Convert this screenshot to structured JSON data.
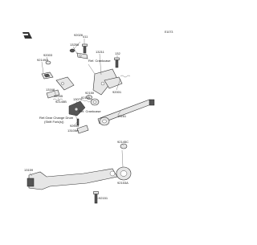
{
  "diagram": {
    "figure_code": "E1073",
    "part_labels": {
      "p92026": "92026",
      "p411": "411",
      "p13258": "13258",
      "p92003": "92003",
      "p92149A": "92149A",
      "p13211": "13211",
      "p132": "132",
      "p92001": "92001",
      "p13168": "13168",
      "p92045": "92045",
      "p92150": "92150",
      "p92145B": "92145B",
      "p13070": "13070",
      "p92145": "92145",
      "p92043": "92043",
      "p13100A": "13100A",
      "p13161": "13161",
      "p92145C": "92145C",
      "p92153A": "92153A",
      "p13159": "13159",
      "p92151": "92151"
    },
    "references": {
      "crankcase_top": "Ref. Crankcase",
      "crankcase_mid": "Ref. Crankcase",
      "gear_drum_line1": "Ref.Gear Change Drum",
      "gear_drum_line2": "(Shift Fork(s))"
    }
  }
}
